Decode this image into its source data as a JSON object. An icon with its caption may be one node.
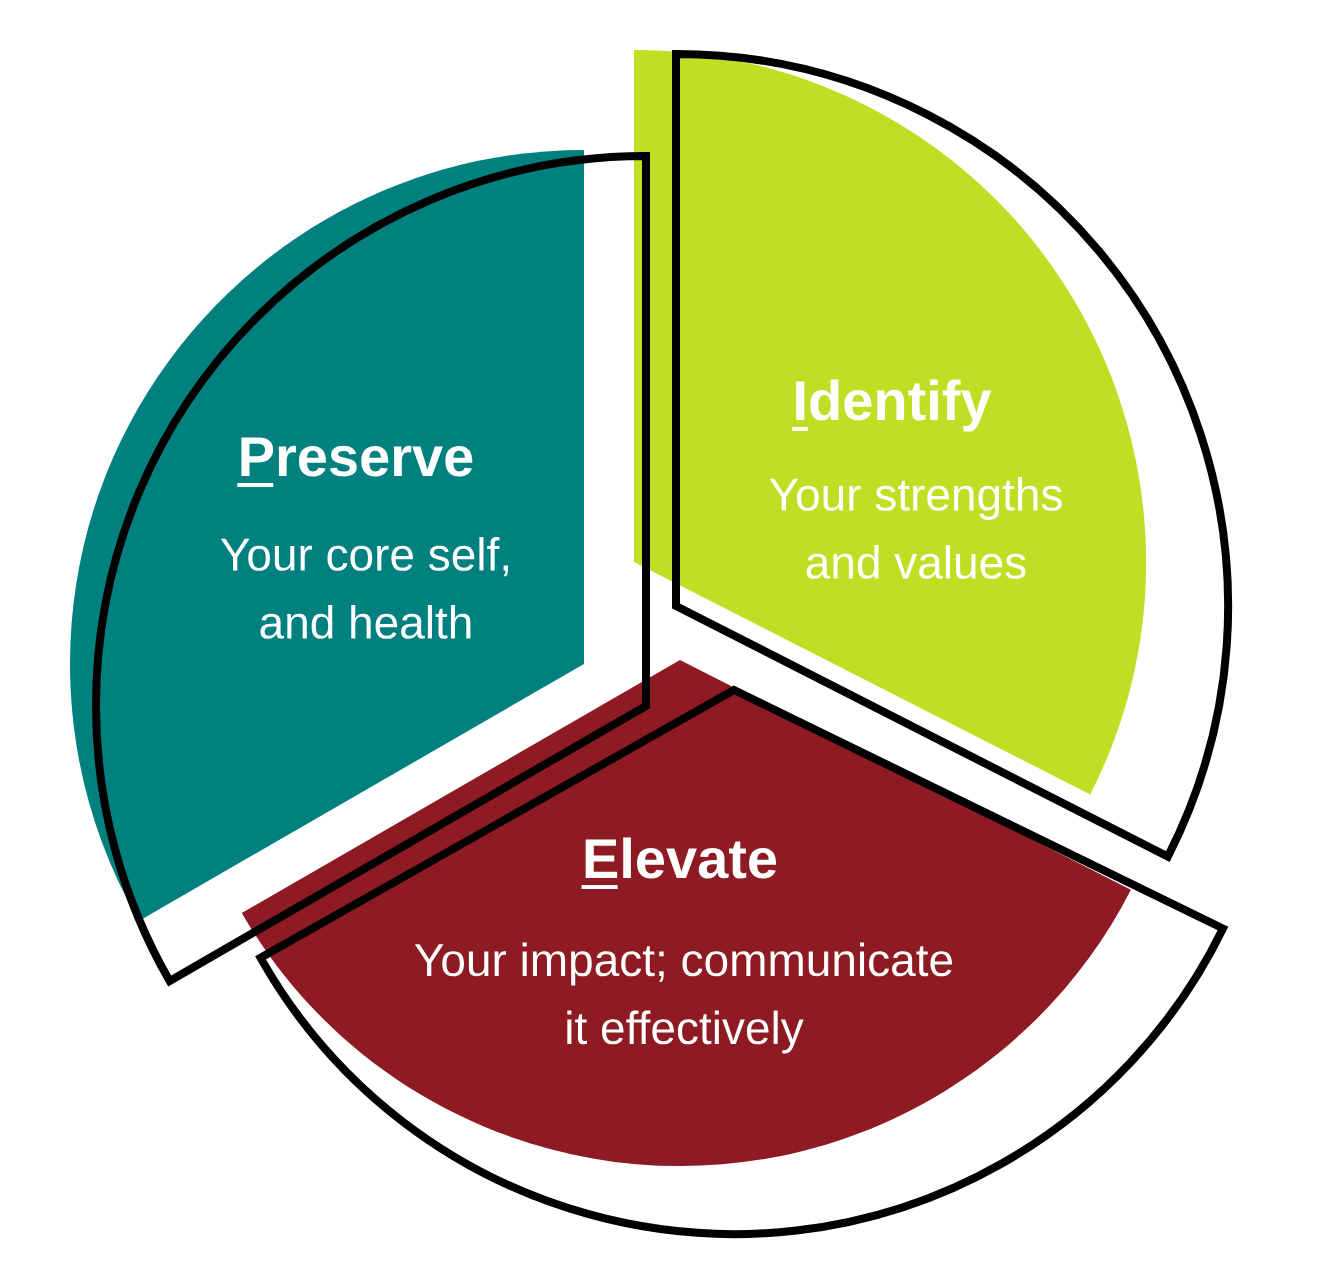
{
  "diagram": {
    "nodes": [
      {
        "text": [
          "Preserve",
          "Your core self, and health"
        ]
      },
      {
        "text": [
          "Identify",
          "Your strengths and values"
        ]
      },
      {
        "text": [
          "Elevate",
          "Your impact; communicate it effectively"
        ]
      }
    ]
  }
}
